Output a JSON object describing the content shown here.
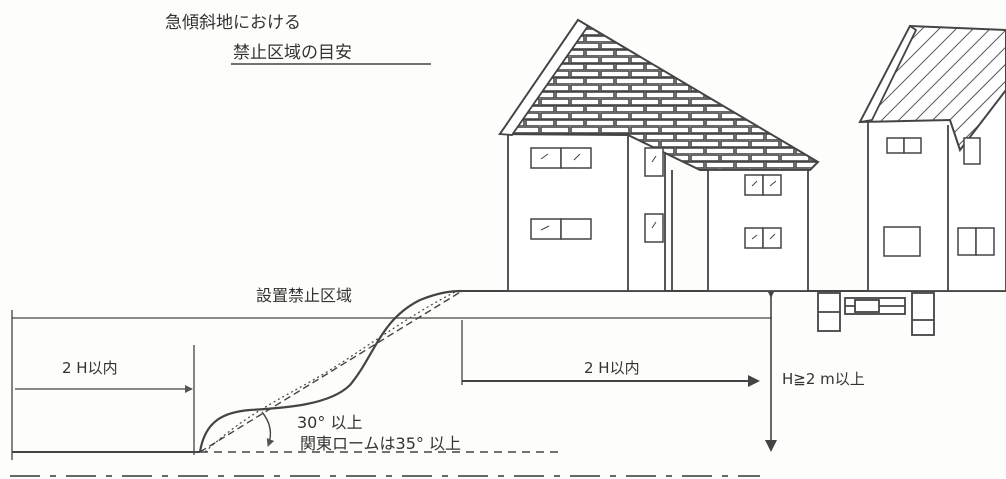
{
  "title_line1": "急傾斜地における",
  "title_line2": "禁止区域の目安",
  "zone_label": "設置禁止区域",
  "left_distance_label": "2 H以内",
  "right_distance_label": "2 H以内",
  "height_label": "H≧2 m以上",
  "angle_label": "30° 以上",
  "kanto_loam_label": "関東ロームは35° 以上",
  "colors": {
    "ink": "#333333",
    "paper": "#fdfdfb",
    "roof": "#ffffff"
  }
}
